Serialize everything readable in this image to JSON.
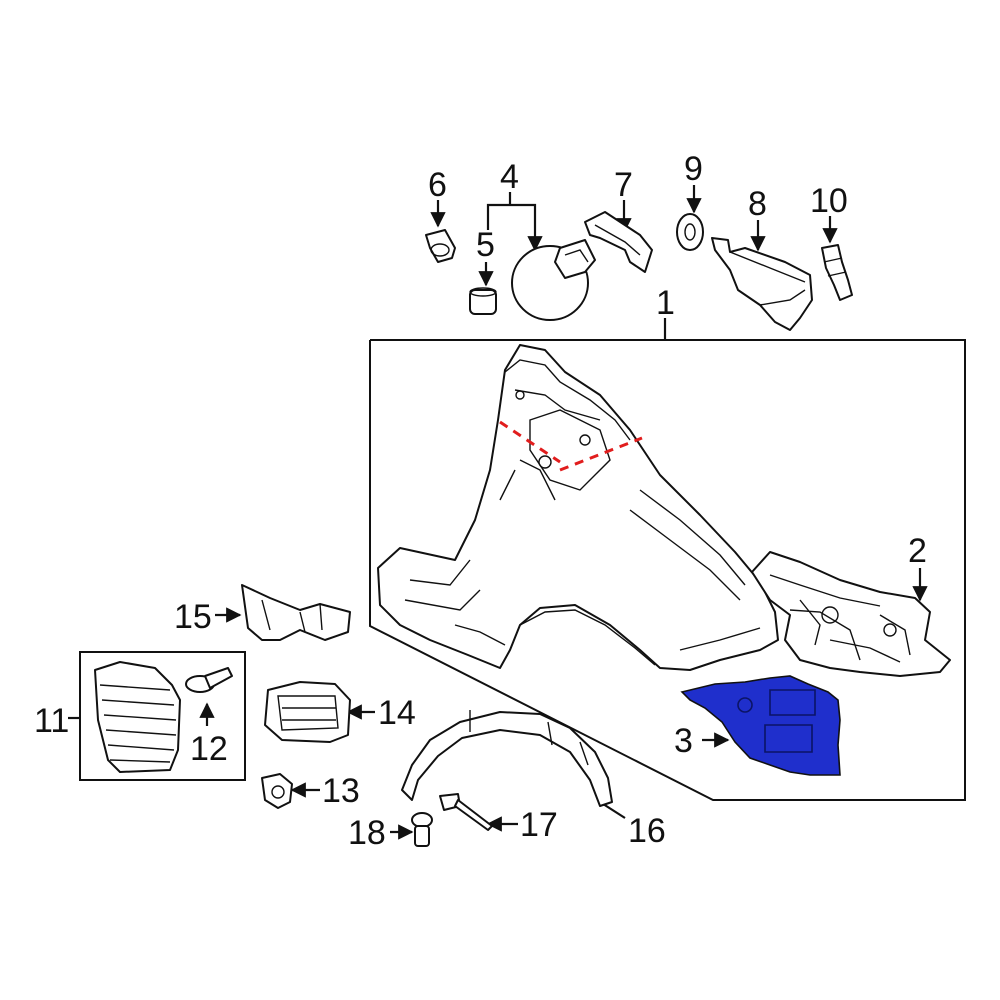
{
  "callouts": {
    "c1": "1",
    "c2": "2",
    "c3": "3",
    "c4": "4",
    "c5": "5",
    "c6": "6",
    "c7": "7",
    "c8": "8",
    "c9": "9",
    "c10": "10",
    "c11": "11",
    "c12": "12",
    "c13": "13",
    "c14": "14",
    "c15": "15",
    "c16": "16",
    "c17": "17",
    "c18": "18"
  },
  "colors": {
    "highlight_part": "#1f2fcc",
    "cut_line": "#e11d1d",
    "line_art": "#111111",
    "background": "#ffffff"
  },
  "highlighted_part": "3"
}
